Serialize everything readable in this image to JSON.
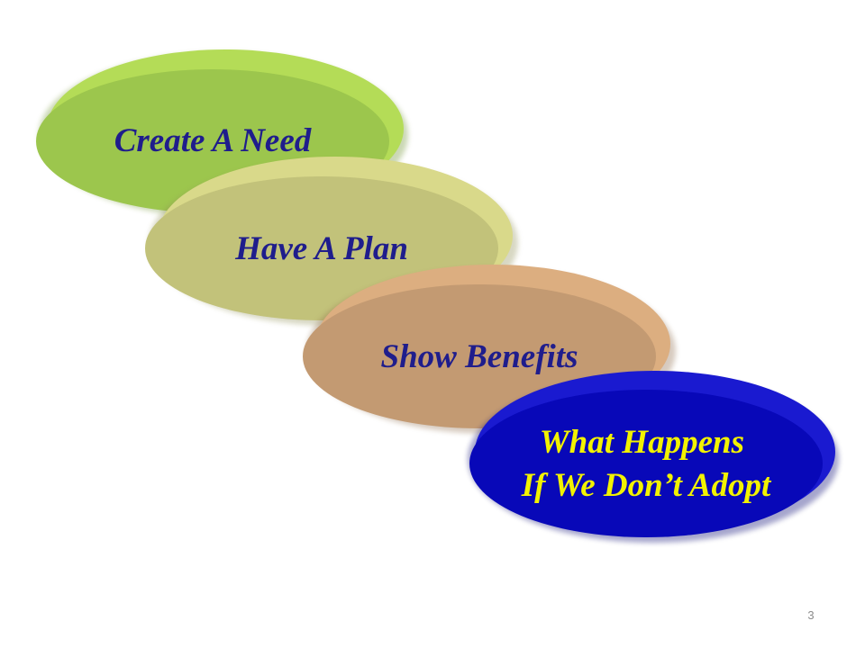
{
  "steps": [
    {
      "id": "create-a-need",
      "lines": [
        "Create A Need"
      ],
      "text_color": "#1f1d8c",
      "face_color": "#9cc64d",
      "rim_color": "#b4dc57",
      "shadow_color": "#6a8f2c"
    },
    {
      "id": "have-a-plan",
      "lines": [
        "Have A Plan"
      ],
      "text_color": "#1f1d8c",
      "face_color": "#c2c27a",
      "rim_color": "#d9d98a",
      "shadow_color": "#8f8f55"
    },
    {
      "id": "show-benefits",
      "lines": [
        "Show Benefits"
      ],
      "text_color": "#1f1d8c",
      "face_color": "#c39a72",
      "rim_color": "#dcae80",
      "shadow_color": "#8c6a4a"
    },
    {
      "id": "what-happens",
      "lines": [
        "What Happens",
        "If We Don’t Adopt"
      ],
      "text_color": "#f2f200",
      "face_color": "#0808b8",
      "rim_color": "#1a1ad0",
      "shadow_color": "#05056e"
    }
  ],
  "page_number": "3"
}
